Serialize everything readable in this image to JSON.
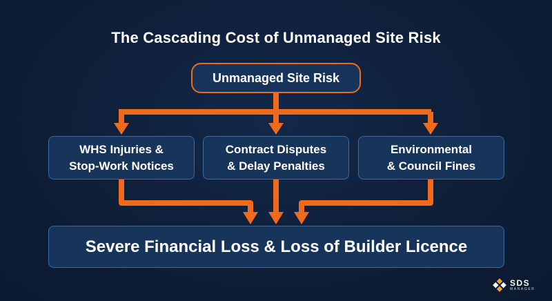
{
  "title": "The Cascading Cost of Unmanaged Site Risk",
  "root": {
    "label": "Unmanaged Site Risk"
  },
  "consequences": [
    {
      "line1": "WHS Injuries &",
      "line2": "Stop-Work Notices"
    },
    {
      "line1": "Contract Disputes",
      "line2": "& Delay Penalties"
    },
    {
      "line1": "Environmental",
      "line2": "& Council Fines"
    }
  ],
  "result": {
    "label": "Severe Financial Loss & Loss of Builder Licence"
  },
  "brand": {
    "name": "SDS",
    "sub": "MANAGER"
  },
  "colors": {
    "background": "#0e1e37",
    "box_fill": "#17345a",
    "box_border": "#3c6b9e",
    "accent_orange": "#f06a1c",
    "logo_gold": "#e8a33a"
  }
}
